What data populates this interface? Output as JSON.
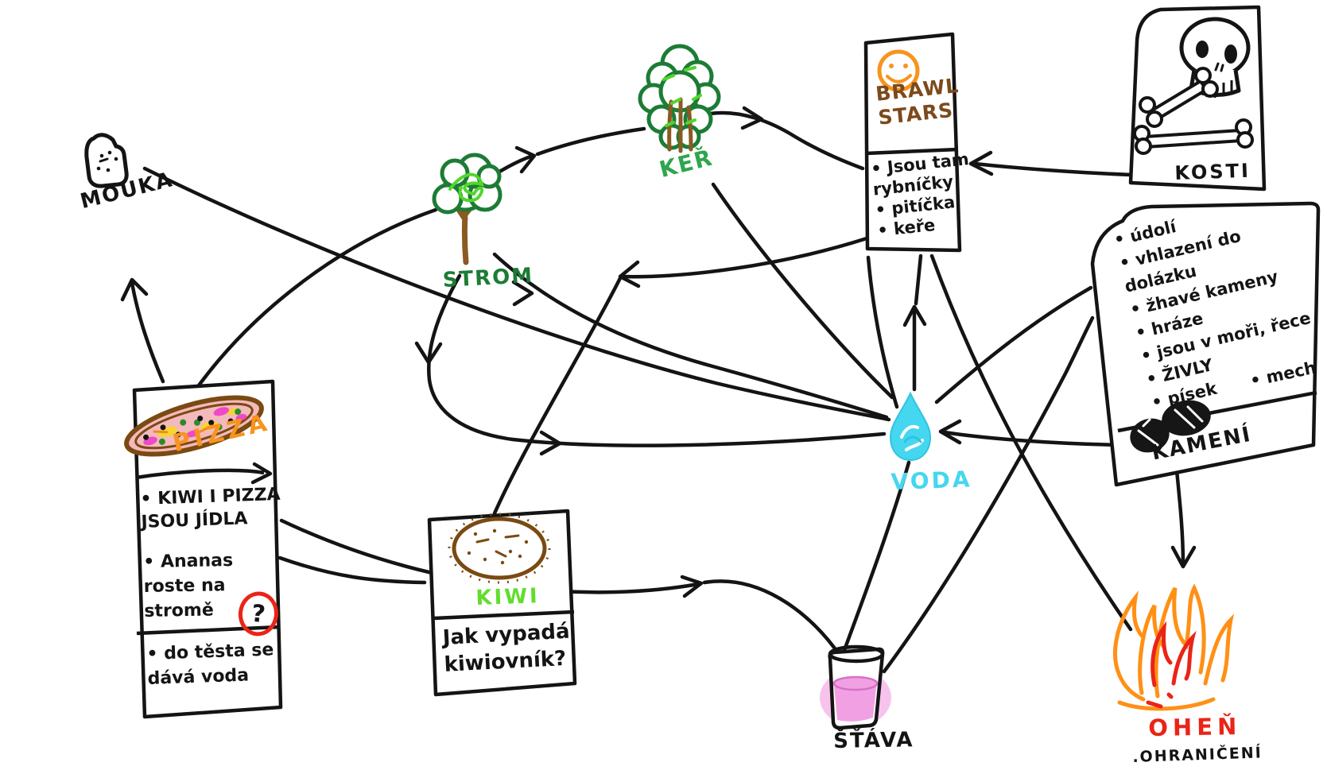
{
  "colors": {
    "ink": "#141414",
    "orange": "#f7941d",
    "brown_text": "#7c4a1b",
    "brown_draw": "#7a4a12",
    "dark_green": "#1c7c35",
    "medium_green": "#2fa64d",
    "light_green": "#62dd2e",
    "scribble_green": "#52d62c",
    "cyan": "#45d7ef",
    "pink": "#f2a0e4",
    "red": "#ea2417",
    "flame_orange": "#ff9015"
  },
  "nodes": {
    "mouka": {
      "label": "MOUKA"
    },
    "strom": {
      "label": "STROM"
    },
    "ker": {
      "label": "KEŘ"
    },
    "brawl_stars": {
      "title": "BRAWL\nSTARS",
      "bullets": [
        "Jsou tam\nrybníčky",
        "pitíčka",
        "keře"
      ]
    },
    "kosti": {
      "label": "KOSTI"
    },
    "kameny_card": {
      "items": [
        "údolí",
        "vhlazení do dolázku",
        "žhavé kameny",
        "hráze",
        "jsou v moři, řece",
        "ŽIVLY",
        "písek"
      ],
      "mech": "mech",
      "label": "KAMENÍ"
    },
    "pizza_card": {
      "title": "PIZZA",
      "bullets": [
        "KIWI I PIZZA\nJSOU JÍDLA",
        "Ananas\nroste na\nstromě",
        "do těsta se\ndává voda"
      ],
      "question_mark": "?"
    },
    "kiwi_card": {
      "title": "KIWI",
      "question": "Jak vypadá\nkiwiovník?"
    },
    "voda": {
      "label": "VODA"
    },
    "stava": {
      "label": "ŠŤÁVA"
    },
    "ohen": {
      "label": "OHEŇ",
      "note": ".OHRANIČENÍ"
    }
  }
}
